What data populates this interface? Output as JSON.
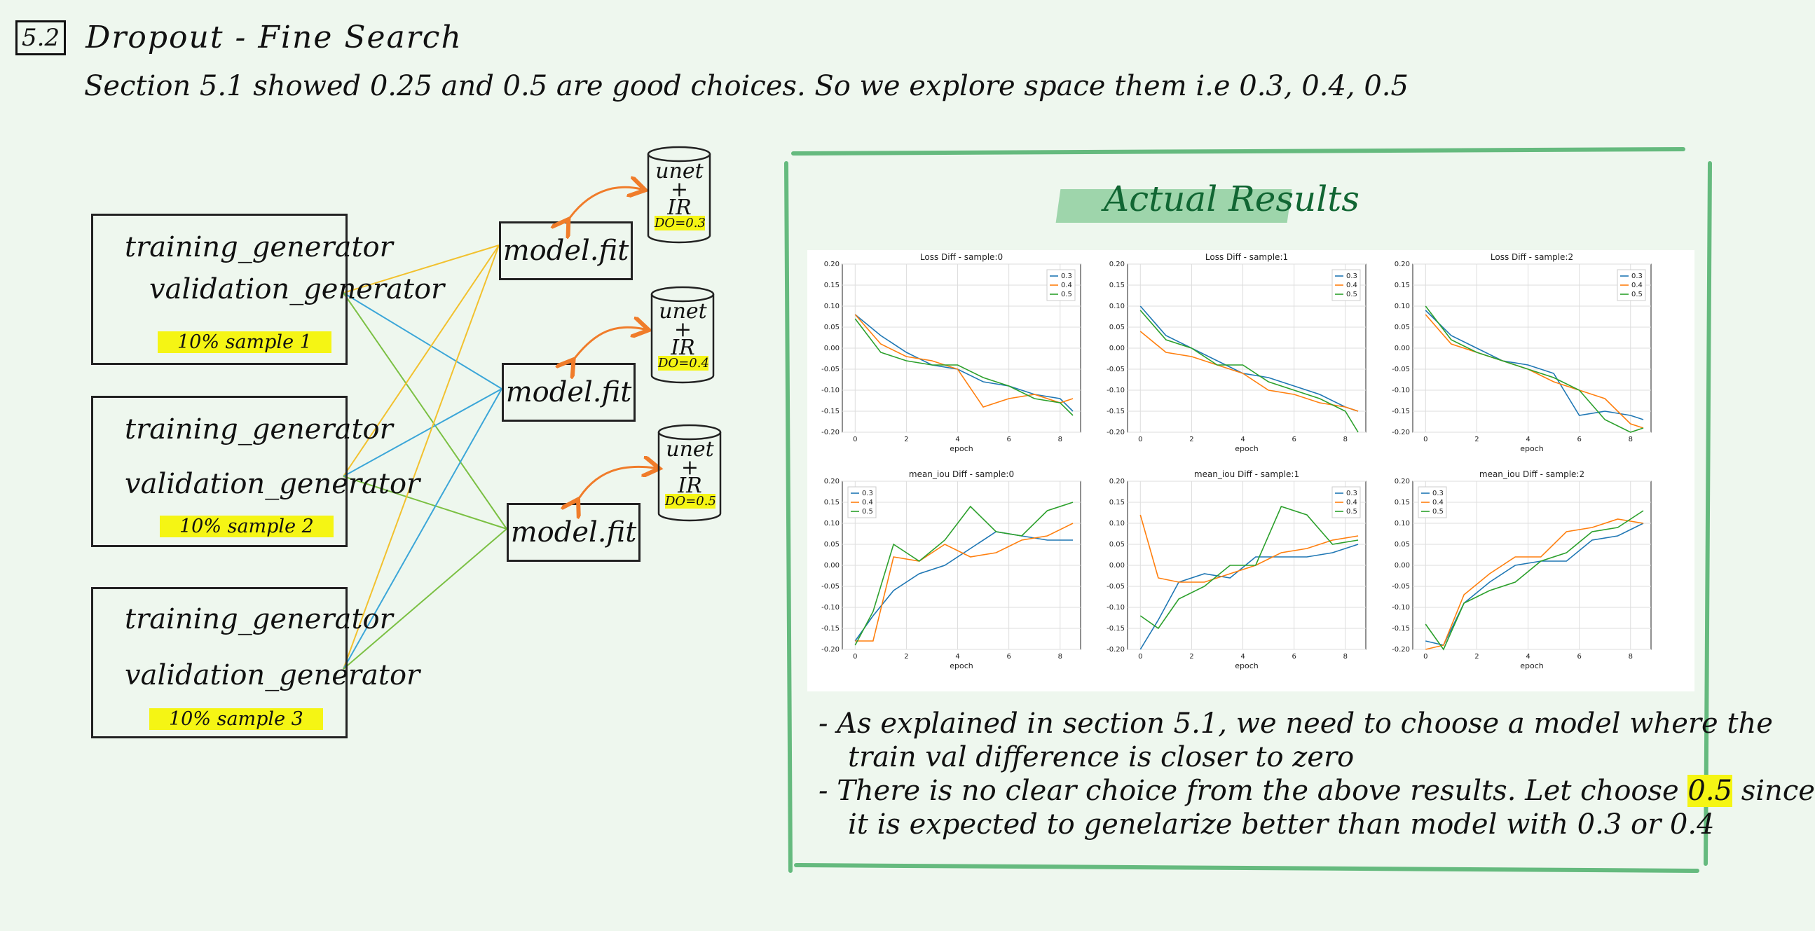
{
  "header": {
    "section_number": "5.2",
    "title": "Dropout - Fine Search",
    "intro": "Section 5.1 showed 0.25 and 0.5 are good choices. So we explore space them i.e 0.3, 0.4, 0.5"
  },
  "generators": [
    {
      "line1": "training_generator",
      "line2": "validation_generator",
      "sample": "10% sample 1"
    },
    {
      "line1": "training_generator",
      "line2": "validation_generator",
      "sample": "10% sample 2"
    },
    {
      "line1": "training_generator",
      "line2": "validation_generator",
      "sample": "10% sample 3"
    }
  ],
  "fits": [
    {
      "label": "model.fit"
    },
    {
      "label": "model.fit"
    },
    {
      "label": "model.fit"
    }
  ],
  "models": [
    {
      "l1": "unet",
      "l2": "+",
      "l3": "IR",
      "dropout": "DO=0.3"
    },
    {
      "l1": "unet",
      "l2": "+",
      "l3": "IR",
      "dropout": "DO=0.4"
    },
    {
      "l1": "unet",
      "l2": "+",
      "l3": "IR",
      "dropout": "DO=0.5"
    }
  ],
  "colors": {
    "yellow_line": "#f2c12e",
    "blue_line": "#3ba6d8",
    "green_line": "#7bc043",
    "arrow": "#f07c2a",
    "series_03": "#1f77b4",
    "series_04": "#ff7f0e",
    "series_05": "#2ca02c",
    "panel_border": "#4caf6a"
  },
  "results": {
    "title": "Actual Results",
    "notes": [
      {
        "text": "- As explained in section 5.1, we need to choose a model where the"
      },
      {
        "text": "  train val difference is closer to zero"
      },
      {
        "pre": "- There is no clear choice from the above results. Let choose ",
        "hl": "0.5",
        "post": " since"
      },
      {
        "text": "  it is expected to genelarize better than model with 0.3 or 0.4"
      }
    ]
  },
  "chart_data": [
    {
      "type": "line",
      "title": "Loss Diff - sample:0",
      "xlabel": "epoch",
      "ylabel": "",
      "xlim": [
        -0.5,
        8.8
      ],
      "ylim": [
        -0.2,
        0.2
      ],
      "xticks": [
        "0",
        "2",
        "4",
        "6",
        "8"
      ],
      "yticks": [
        "0.20",
        "0.15",
        "0.10",
        "0.05",
        "0.00",
        "-0.05",
        "-0.10",
        "-0.15",
        "-0.20"
      ],
      "legend": "top-right",
      "x": [
        0,
        1,
        2,
        3,
        4,
        5,
        6,
        7,
        8,
        8.5
      ],
      "series": [
        {
          "name": "0.3",
          "values": [
            0.08,
            0.03,
            -0.01,
            -0.04,
            -0.05,
            -0.08,
            -0.09,
            -0.11,
            -0.12,
            -0.15
          ]
        },
        {
          "name": "0.4",
          "values": [
            0.08,
            0.01,
            -0.02,
            -0.03,
            -0.05,
            -0.14,
            -0.12,
            -0.11,
            -0.13,
            -0.12
          ]
        },
        {
          "name": "0.5",
          "values": [
            0.07,
            -0.01,
            -0.03,
            -0.04,
            -0.04,
            -0.07,
            -0.09,
            -0.12,
            -0.13,
            -0.16
          ]
        }
      ]
    },
    {
      "type": "line",
      "title": "Loss Diff - sample:1",
      "xlabel": "epoch",
      "ylabel": "",
      "xlim": [
        -0.5,
        8.8
      ],
      "ylim": [
        -0.2,
        0.2
      ],
      "xticks": [
        "0",
        "2",
        "4",
        "6",
        "8"
      ],
      "yticks": [
        "0.20",
        "0.15",
        "0.10",
        "0.05",
        "0.00",
        "-0.05",
        "-0.10",
        "-0.15",
        "-0.20"
      ],
      "legend": "top-right",
      "x": [
        0,
        1,
        2,
        3,
        4,
        5,
        6,
        7,
        8,
        8.5
      ],
      "series": [
        {
          "name": "0.3",
          "values": [
            0.1,
            0.03,
            0.0,
            -0.03,
            -0.06,
            -0.07,
            -0.09,
            -0.11,
            -0.14,
            -0.15
          ]
        },
        {
          "name": "0.4",
          "values": [
            0.04,
            -0.01,
            -0.02,
            -0.04,
            -0.06,
            -0.1,
            -0.11,
            -0.13,
            -0.14,
            -0.15
          ]
        },
        {
          "name": "0.5",
          "values": [
            0.09,
            0.02,
            0.0,
            -0.04,
            -0.04,
            -0.08,
            -0.1,
            -0.12,
            -0.15,
            -0.2
          ]
        }
      ]
    },
    {
      "type": "line",
      "title": "Loss Diff - sample:2",
      "xlabel": "epoch",
      "ylabel": "",
      "xlim": [
        -0.5,
        8.8
      ],
      "ylim": [
        -0.2,
        0.2
      ],
      "xticks": [
        "0",
        "2",
        "4",
        "6",
        "8"
      ],
      "yticks": [
        "0.20",
        "0.15",
        "0.10",
        "0.05",
        "0.00",
        "-0.05",
        "-0.10",
        "-0.15",
        "-0.20"
      ],
      "legend": "top-right",
      "x": [
        0,
        1,
        2,
        3,
        4,
        5,
        6,
        7,
        8,
        8.5
      ],
      "series": [
        {
          "name": "0.3",
          "values": [
            0.09,
            0.03,
            0.0,
            -0.03,
            -0.04,
            -0.06,
            -0.16,
            -0.15,
            -0.16,
            -0.17
          ]
        },
        {
          "name": "0.4",
          "values": [
            0.08,
            0.01,
            -0.01,
            -0.03,
            -0.05,
            -0.08,
            -0.1,
            -0.12,
            -0.18,
            -0.19
          ]
        },
        {
          "name": "0.5",
          "values": [
            0.1,
            0.02,
            -0.01,
            -0.03,
            -0.05,
            -0.07,
            -0.1,
            -0.17,
            -0.2,
            -0.19
          ]
        }
      ]
    },
    {
      "type": "line",
      "title": "mean_iou Diff - sample:0",
      "xlabel": "epoch",
      "ylabel": "",
      "xlim": [
        -0.5,
        8.8
      ],
      "ylim": [
        -0.2,
        0.2
      ],
      "xticks": [
        "0",
        "2",
        "4",
        "6",
        "8"
      ],
      "yticks": [
        "0.20",
        "0.15",
        "0.10",
        "0.05",
        "0.00",
        "-0.05",
        "-0.10",
        "-0.15",
        "-0.20"
      ],
      "legend": "top-left",
      "x": [
        0,
        0.7,
        1.5,
        2.5,
        3.5,
        4.5,
        5.5,
        6.5,
        7.5,
        8.5
      ],
      "series": [
        {
          "name": "0.3",
          "values": [
            -0.18,
            -0.12,
            -0.06,
            -0.02,
            0.0,
            0.04,
            0.08,
            0.07,
            0.06,
            0.06
          ]
        },
        {
          "name": "0.4",
          "values": [
            -0.18,
            -0.18,
            0.02,
            0.01,
            0.05,
            0.02,
            0.03,
            0.06,
            0.07,
            0.1
          ]
        },
        {
          "name": "0.5",
          "values": [
            -0.19,
            -0.11,
            0.05,
            0.01,
            0.06,
            0.14,
            0.08,
            0.07,
            0.13,
            0.15
          ]
        }
      ]
    },
    {
      "type": "line",
      "title": "mean_iou Diff - sample:1",
      "xlabel": "epoch",
      "ylabel": "",
      "xlim": [
        -0.5,
        8.8
      ],
      "ylim": [
        -0.2,
        0.2
      ],
      "xticks": [
        "0",
        "2",
        "4",
        "6",
        "8"
      ],
      "yticks": [
        "0.20",
        "0.15",
        "0.10",
        "0.05",
        "0.00",
        "-0.05",
        "-0.10",
        "-0.15",
        "-0.20"
      ],
      "legend": "top-right",
      "x": [
        0,
        0.7,
        1.5,
        2.5,
        3.5,
        4.5,
        5.5,
        6.5,
        7.5,
        8.5
      ],
      "series": [
        {
          "name": "0.3",
          "values": [
            -0.21,
            -0.13,
            -0.04,
            -0.02,
            -0.03,
            0.02,
            0.02,
            0.02,
            0.03,
            0.05
          ]
        },
        {
          "name": "0.4",
          "values": [
            0.12,
            -0.03,
            -0.04,
            -0.04,
            -0.02,
            0.0,
            0.03,
            0.04,
            0.06,
            0.07
          ]
        },
        {
          "name": "0.5",
          "values": [
            -0.12,
            -0.15,
            -0.08,
            -0.05,
            0.0,
            0.0,
            0.14,
            0.12,
            0.05,
            0.06
          ]
        }
      ]
    },
    {
      "type": "line",
      "title": "mean_iou Diff - sample:2",
      "xlabel": "epoch",
      "ylabel": "",
      "xlim": [
        -0.5,
        8.8
      ],
      "ylim": [
        -0.2,
        0.2
      ],
      "xticks": [
        "0",
        "2",
        "4",
        "6",
        "8"
      ],
      "yticks": [
        "0.20",
        "0.15",
        "0.10",
        "0.05",
        "0.00",
        "-0.05",
        "-0.10",
        "-0.15",
        "-0.20"
      ],
      "legend": "top-left",
      "x": [
        0,
        0.7,
        1.5,
        2.5,
        3.5,
        4.5,
        5.5,
        6.5,
        7.5,
        8.5
      ],
      "series": [
        {
          "name": "0.3",
          "values": [
            -0.18,
            -0.19,
            -0.09,
            -0.04,
            0.0,
            0.01,
            0.01,
            0.06,
            0.07,
            0.1
          ]
        },
        {
          "name": "0.4",
          "values": [
            -0.21,
            -0.19,
            -0.07,
            -0.02,
            0.02,
            0.02,
            0.08,
            0.09,
            0.11,
            0.1
          ]
        },
        {
          "name": "0.5",
          "values": [
            -0.14,
            -0.22,
            -0.09,
            -0.06,
            -0.04,
            0.01,
            0.03,
            0.08,
            0.09,
            0.13
          ]
        }
      ]
    }
  ]
}
